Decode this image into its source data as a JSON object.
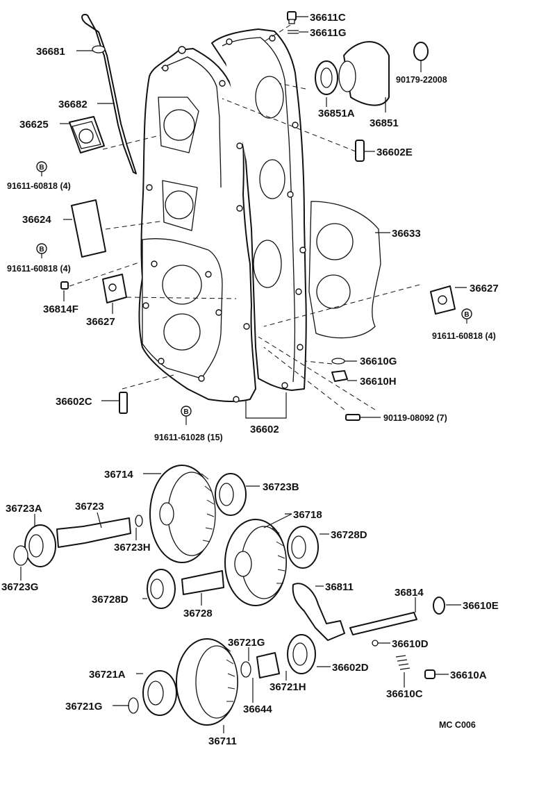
{
  "diagram": {
    "labels": {
      "p36681": "36681",
      "p36682": "36682",
      "p36625": "36625",
      "p91611_60818_4a": "91611-60818 (4)",
      "p36624": "36624",
      "p91611_60818_4b": "91611-60818 (4)",
      "p36814F": "36814F",
      "p36627a": "36627",
      "p36602C": "36602C",
      "p91611_61028_15": "91611-61028 (15)",
      "p36602": "36602",
      "p36611C": "36611C",
      "p36611G": "36611G",
      "p36851A": "36851A",
      "p36851": "36851",
      "p90179_22008": "90179-22008",
      "p36602E": "36602E",
      "p36633": "36633",
      "p36627b": "36627",
      "p91611_60818_4c": "91611-60818 (4)",
      "p36610G": "36610G",
      "p36610H": "36610H",
      "p90119_08092_7": "90119-08092 (7)",
      "p36714": "36714",
      "p36723B": "36723B",
      "p36723A": "36723A",
      "p36723": "36723",
      "p36723H": "36723H",
      "p36723G": "36723G",
      "p36718": "36718",
      "p36728D_a": "36728D",
      "p36728D_b": "36728D",
      "p36728": "36728",
      "p36811": "36811",
      "p36814": "36814",
      "p36610E": "36610E",
      "p36610D": "36610D",
      "p36721G_a": "36721G",
      "p36602D": "36602D",
      "p36721A": "36721A",
      "p36721H": "36721H",
      "p36644": "36644",
      "p36610C": "36610C",
      "p36610A": "36610A",
      "p36721G_b": "36721G",
      "p36711": "36711",
      "code": "MC C006",
      "b_marker": "B"
    }
  }
}
